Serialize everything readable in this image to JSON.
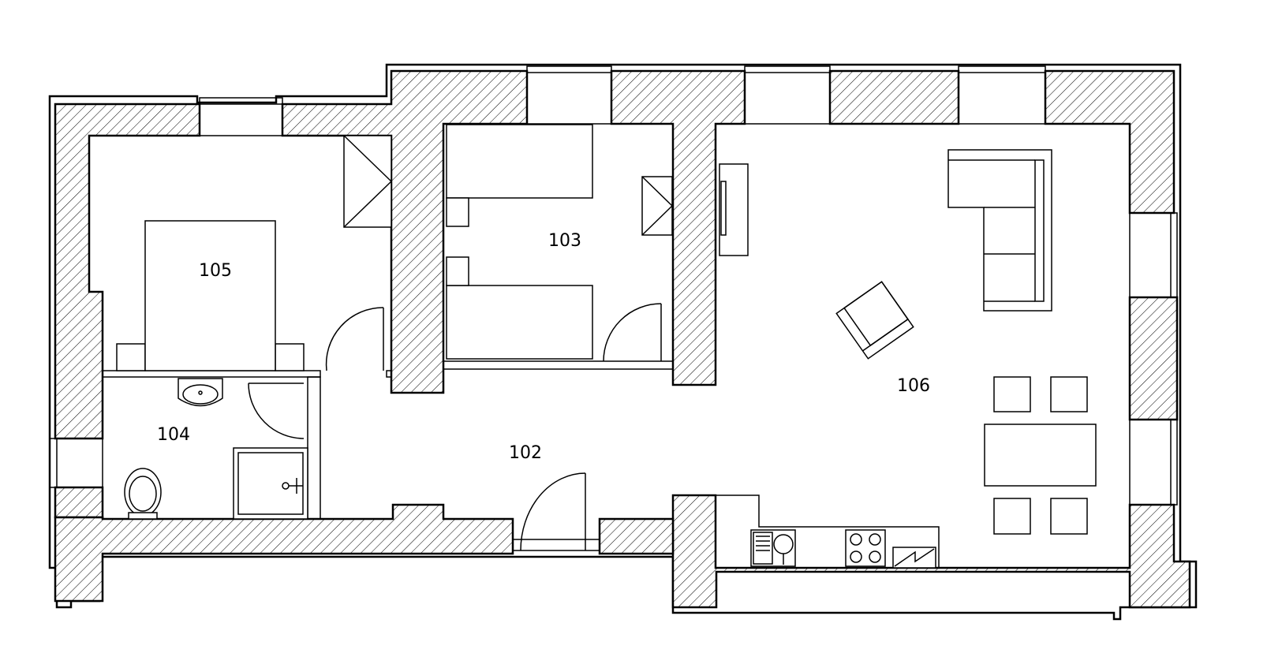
{
  "rooms": [
    {
      "id": "room-105",
      "label": "105"
    },
    {
      "id": "room-103",
      "label": "103"
    },
    {
      "id": "room-104",
      "label": "104"
    },
    {
      "id": "room-102",
      "label": "102"
    },
    {
      "id": "room-106",
      "label": "106"
    }
  ]
}
